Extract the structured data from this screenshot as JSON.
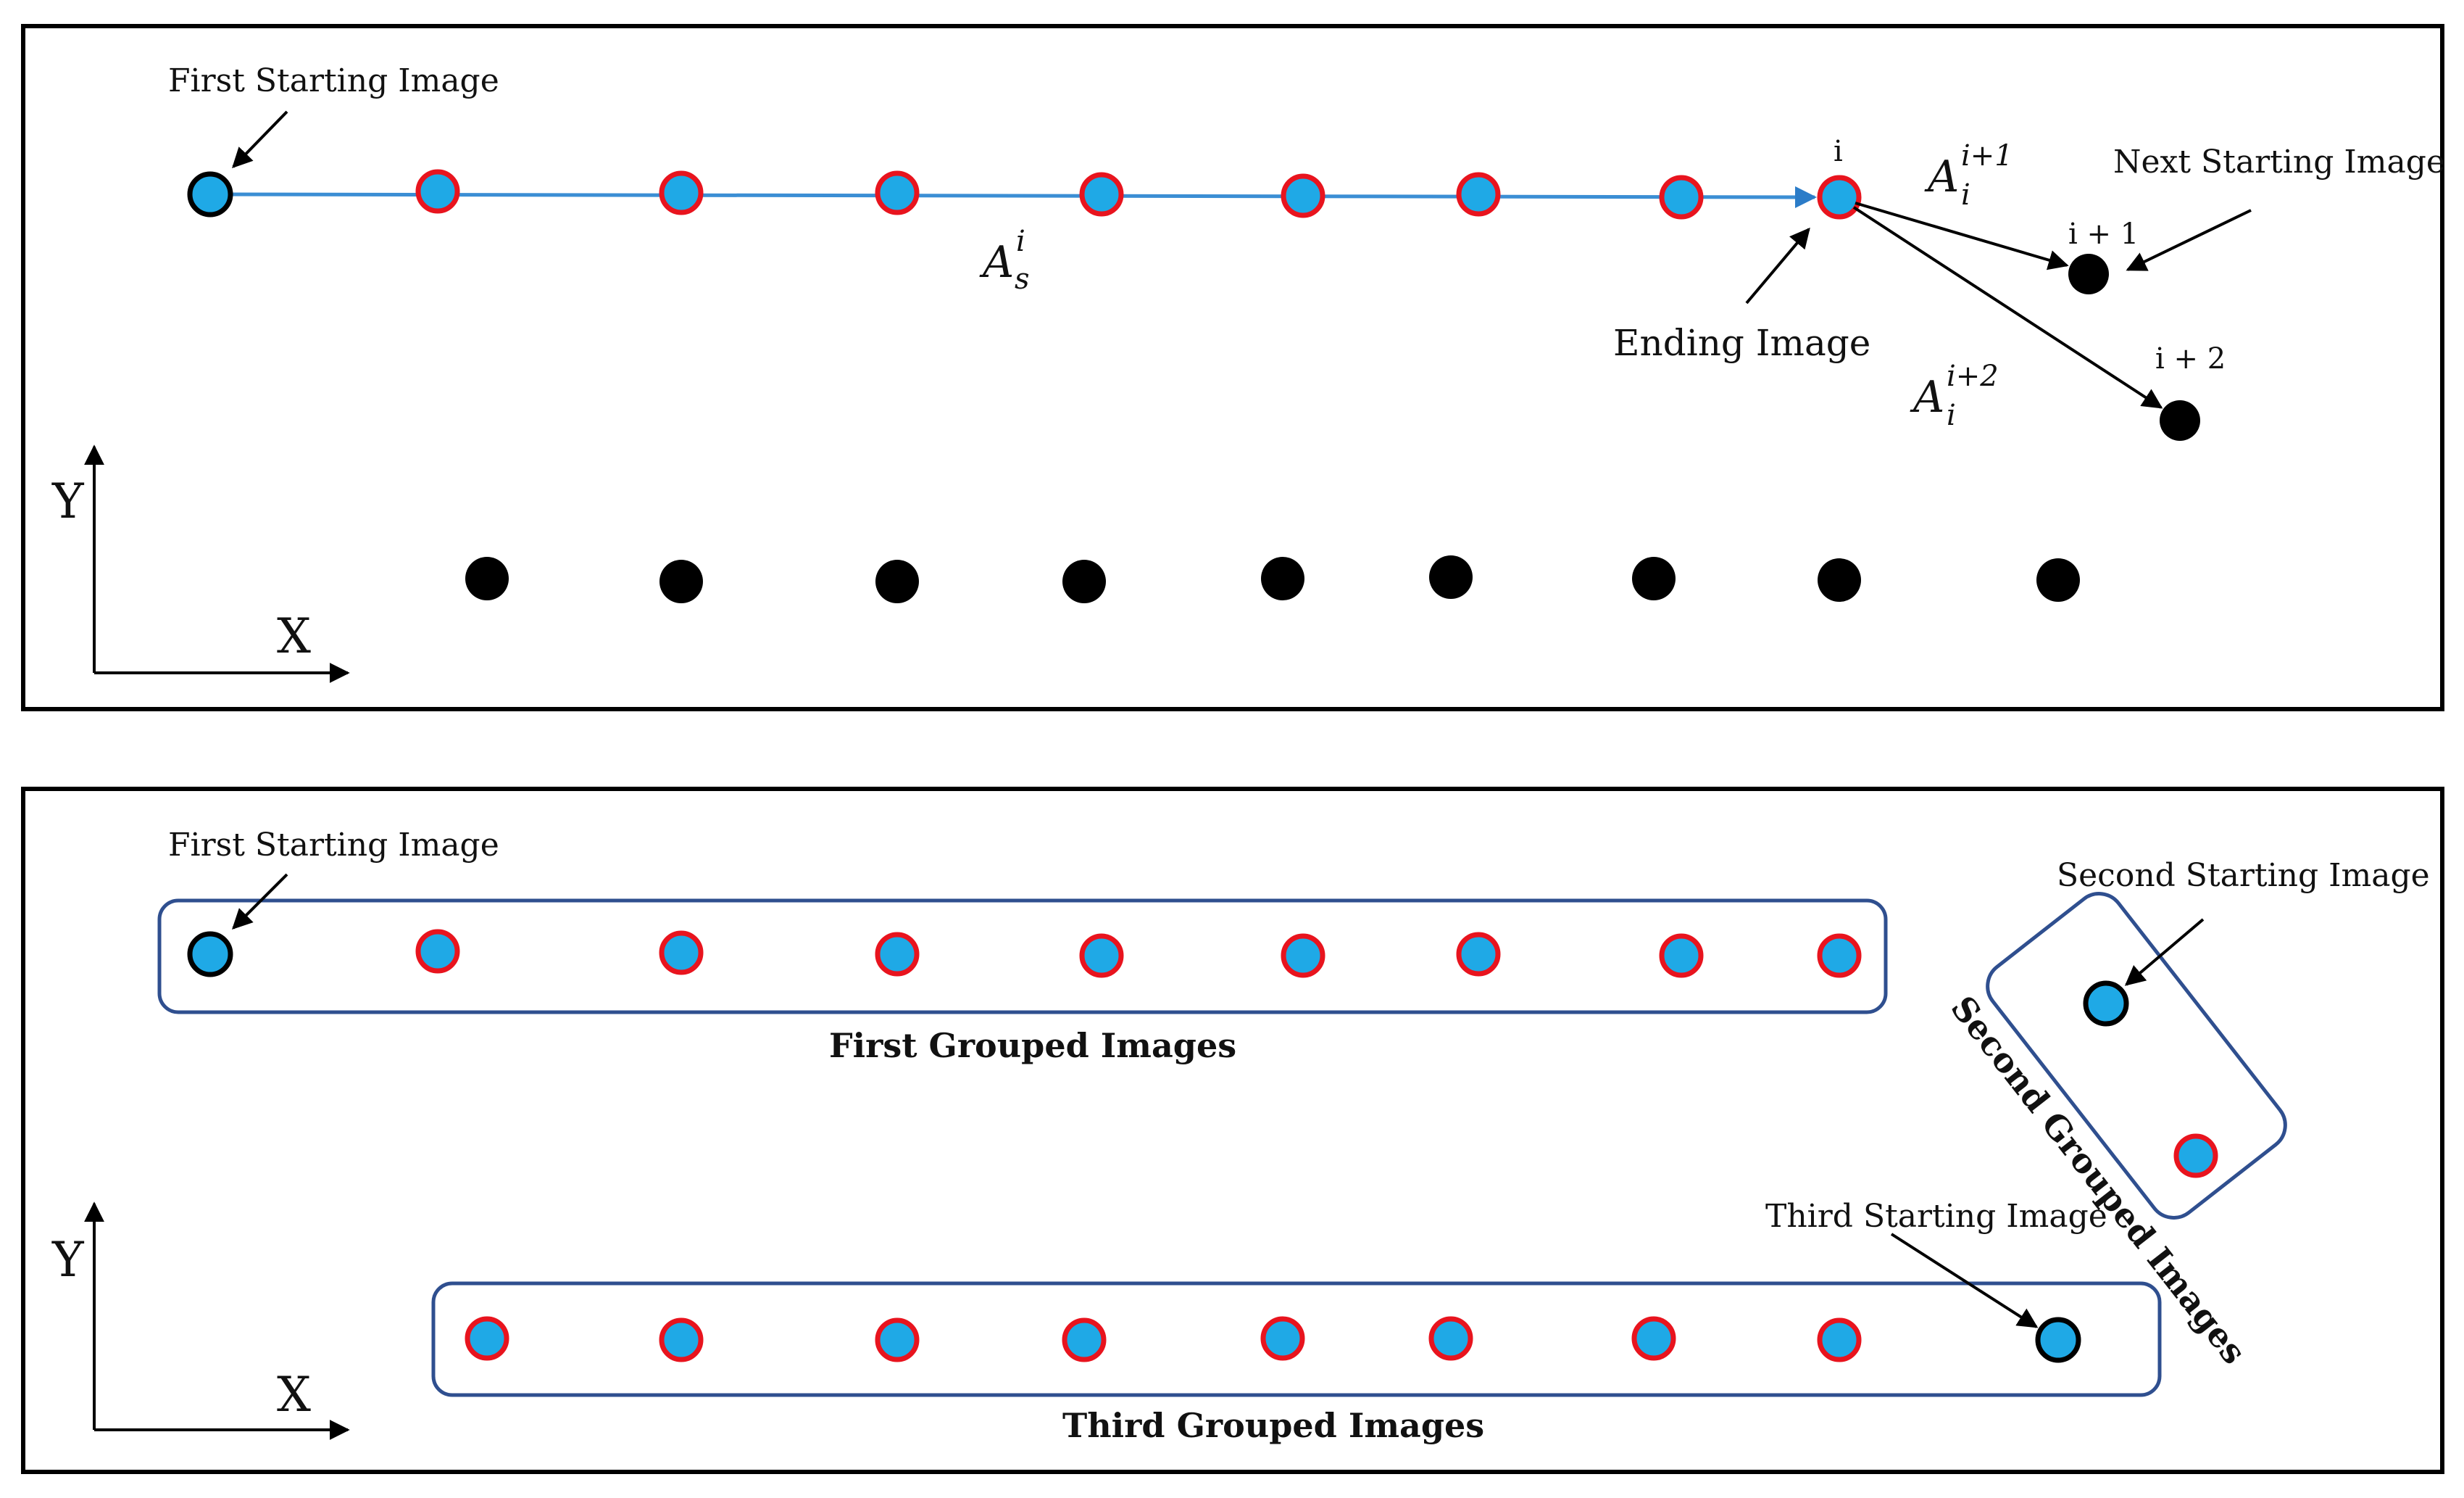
{
  "colors": {
    "node_fill": "#1fa9e6",
    "node_red_stroke": "#e8141e",
    "node_black": "#000000",
    "trajectory_line": "#3b8ed4",
    "group_box": "#2f4f8f",
    "frame": "#000000"
  },
  "top_panel": {
    "first_starting_label": "First Starting Image",
    "next_starting_label": "Next Starting Image",
    "ending_label": "Ending Image",
    "index_i": "i",
    "index_i1": "i + 1",
    "index_i2": "i + 2",
    "edge_s": {
      "base": "A",
      "sup": "i",
      "sub": "s"
    },
    "edge_i1": {
      "base": "A",
      "sup": "i+1",
      "sub": "i"
    },
    "edge_i2": {
      "base": "A",
      "sup": "i+2",
      "sub": "i"
    },
    "axis_y": "Y",
    "axis_x": "X"
  },
  "bottom_panel": {
    "first_starting_label": "First Starting Image",
    "second_starting_label": "Second Starting Image",
    "third_starting_label": "Third Starting Image",
    "first_group_label": "First Grouped Images",
    "second_group_label": "Second Grouped Images",
    "third_group_label": "Third Grouped Images",
    "axis_y": "Y",
    "axis_x": "X"
  }
}
